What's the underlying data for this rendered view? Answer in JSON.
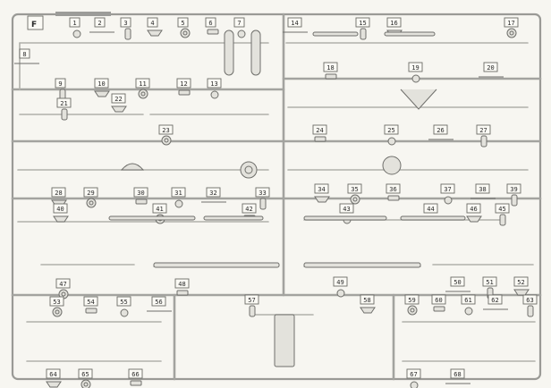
{
  "sprue": {
    "frame_letter": "F",
    "paper_color": "#f7f6f1",
    "plastic_color": "#e3e2dc",
    "frame_color": "#9a9a96"
  },
  "parts": [
    {
      "label": "1"
    },
    {
      "label": "2"
    },
    {
      "label": "3"
    },
    {
      "label": "4"
    },
    {
      "label": "5"
    },
    {
      "label": "6"
    },
    {
      "label": "7"
    },
    {
      "label": "8"
    },
    {
      "label": "9"
    },
    {
      "label": "10"
    },
    {
      "label": "11"
    },
    {
      "label": "12"
    },
    {
      "label": "13"
    },
    {
      "label": "14"
    },
    {
      "label": "15"
    },
    {
      "label": "16"
    },
    {
      "label": "17"
    },
    {
      "label": "18"
    },
    {
      "label": "19"
    },
    {
      "label": "20"
    },
    {
      "label": "21"
    },
    {
      "label": "22"
    },
    {
      "label": "23"
    },
    {
      "label": "24"
    },
    {
      "label": "25"
    },
    {
      "label": "26"
    },
    {
      "label": "27"
    },
    {
      "label": "28"
    },
    {
      "label": "29"
    },
    {
      "label": "30"
    },
    {
      "label": "31"
    },
    {
      "label": "32"
    },
    {
      "label": "33"
    },
    {
      "label": "34"
    },
    {
      "label": "35"
    },
    {
      "label": "36"
    },
    {
      "label": "37"
    },
    {
      "label": "38"
    },
    {
      "label": "39"
    },
    {
      "label": "40"
    },
    {
      "label": "41"
    },
    {
      "label": "42"
    },
    {
      "label": "43"
    },
    {
      "label": "44"
    },
    {
      "label": "45"
    },
    {
      "label": "46"
    },
    {
      "label": "47"
    },
    {
      "label": "48"
    },
    {
      "label": "49"
    },
    {
      "label": "50"
    },
    {
      "label": "51"
    },
    {
      "label": "52"
    },
    {
      "label": "53"
    },
    {
      "label": "54"
    },
    {
      "label": "55"
    },
    {
      "label": "56"
    },
    {
      "label": "57"
    },
    {
      "label": "58"
    },
    {
      "label": "59"
    },
    {
      "label": "60"
    },
    {
      "label": "61"
    },
    {
      "label": "62"
    },
    {
      "label": "63"
    },
    {
      "label": "64"
    },
    {
      "label": "65"
    },
    {
      "label": "66"
    },
    {
      "label": "67"
    },
    {
      "label": "68"
    }
  ]
}
